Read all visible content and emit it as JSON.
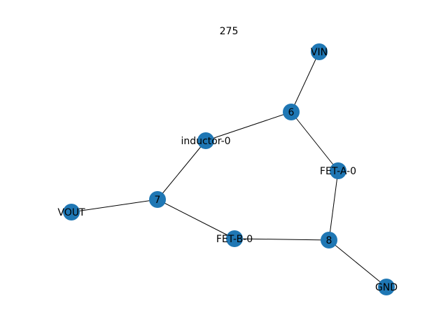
{
  "title": "275",
  "colors": {
    "node": "#1f77b4",
    "edge": "#000000",
    "label": "#000000"
  },
  "nodes": [
    {
      "id": "VIN",
      "label": "VIN"
    },
    {
      "id": "6",
      "label": "6"
    },
    {
      "id": "inductor-0",
      "label": "inductor-0"
    },
    {
      "id": "FET-A-0",
      "label": "FET-A-0"
    },
    {
      "id": "7",
      "label": "7"
    },
    {
      "id": "VOUT",
      "label": "VOUT"
    },
    {
      "id": "FET-B-0",
      "label": "FET-B-0"
    },
    {
      "id": "8",
      "label": "8"
    },
    {
      "id": "GND",
      "label": "GND"
    }
  ],
  "edges": [
    [
      "VIN",
      "6"
    ],
    [
      "6",
      "inductor-0"
    ],
    [
      "6",
      "FET-A-0"
    ],
    [
      "inductor-0",
      "7"
    ],
    [
      "7",
      "VOUT"
    ],
    [
      "7",
      "FET-B-0"
    ],
    [
      "FET-B-0",
      "8"
    ],
    [
      "FET-A-0",
      "8"
    ],
    [
      "8",
      "GND"
    ]
  ]
}
